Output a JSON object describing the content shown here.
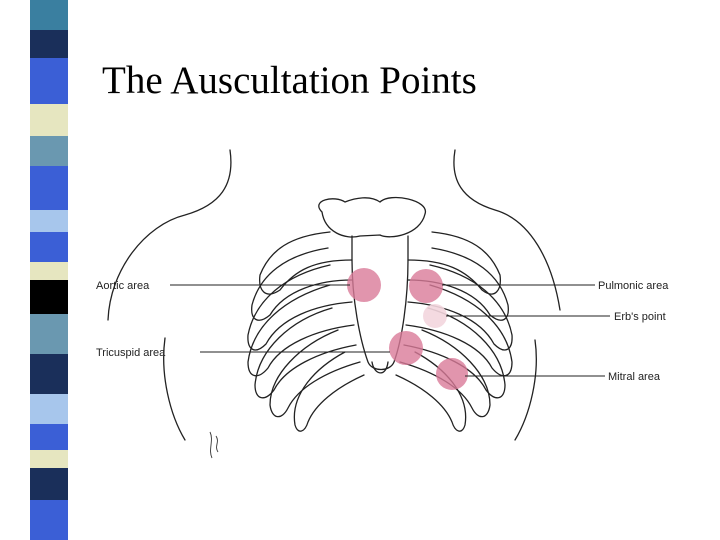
{
  "slide": {
    "title": "The Auscultation Points"
  },
  "stripe_colors": [
    "#3a7fa0",
    "#1a2f5a",
    "#3b5fd6",
    "#e6e6c0",
    "#6a98b0",
    "#3b5fd6",
    "#a7c6ec",
    "#3b5fd6",
    "#e6e6c0",
    "#000000",
    "#6a98b0",
    "#1a2f5a",
    "#3b5fd6",
    "#a7c6ec",
    "#3b5fd6",
    "#e6e6c0",
    "#1a2f5a",
    "#3b5fd6"
  ],
  "diagram": {
    "labels": {
      "aortic": "Aortic area",
      "pulmonic": "Pulmonic area",
      "erbs": "Erb's point",
      "tricuspid": "Tricuspid area",
      "mitral": "Mitral area"
    },
    "marker_color": "#d97a98",
    "marker_light_color": "#f3d6de"
  }
}
